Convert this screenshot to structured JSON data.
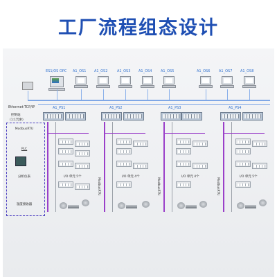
{
  "title": "工厂流程组态设计",
  "workstations": [
    {
      "label": "ES1/OS OPC"
    },
    {
      "label": "A1_OS1"
    },
    {
      "label": "A1_OS2"
    },
    {
      "label": "A1_OS3"
    },
    {
      "label": "A1_OS4"
    },
    {
      "label": "A1_OS5"
    },
    {
      "label": "A1_OS6"
    },
    {
      "label": "A1_OS7"
    },
    {
      "label": "A1_OS8"
    }
  ],
  "network_label": "Ethernet-TCP/IP",
  "control_station": {
    "line1": "控制站",
    "line2": "(1:1冗余)"
  },
  "process_stations": [
    {
      "label": "A1_PS1",
      "io": "I/O 单元 5个"
    },
    {
      "label": "A1_PS2",
      "io": "I/O 单元 4个"
    },
    {
      "label": "A1_PS3",
      "io": "I/O 单元 4个"
    },
    {
      "label": "A1_PS4",
      "io": "I/O 单元 5个"
    }
  ],
  "fieldbus_label": "ModbusRTU",
  "legend": {
    "modbus": "ModbusRTU",
    "plc": "PLC",
    "analyzer": "分析仪表",
    "temp": "温度接收器"
  },
  "colors": {
    "title": "#1f4fb3",
    "bus": "#7fa7e6",
    "fieldbus": "#9a3fc9",
    "label": "#2d6fcf"
  }
}
